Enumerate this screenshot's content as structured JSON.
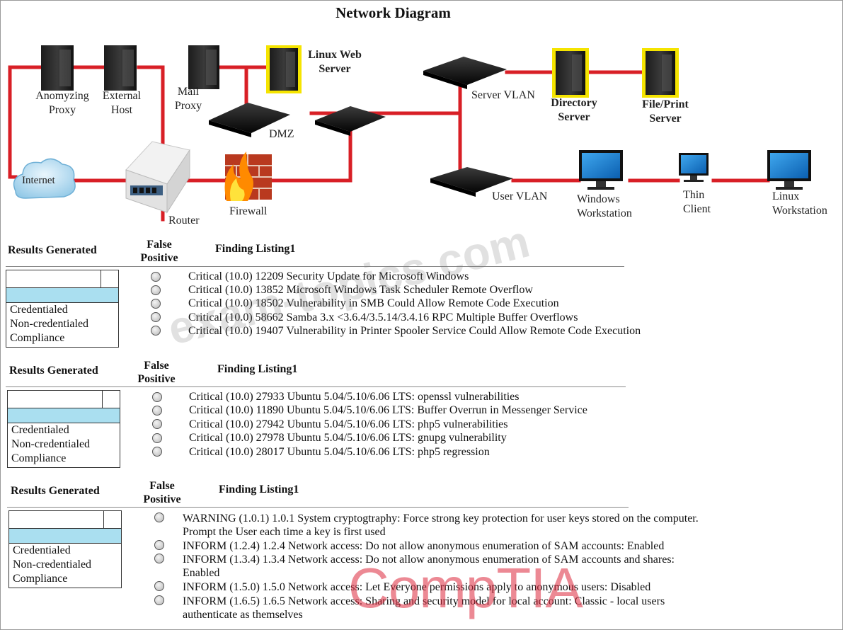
{
  "title": "Network Diagram",
  "nodes": {
    "anonymizing_proxy": "Anomyzing Proxy",
    "external_host": "External Host",
    "mail_proxy": "Mail Proxy",
    "linux_web_server": "Linux Web Server",
    "dmz": "DMZ",
    "server_vlan": "Server VLAN",
    "directory_server": "Directory Server",
    "file_print_server": "File/Print Server",
    "internet": "Internet",
    "router": "Router",
    "firewall": "Firewall",
    "user_vlan": "User VLAN",
    "windows_workstation": "Windows Workstation",
    "thin_client": "Thin Client",
    "linux_workstation": "Linux Workstation"
  },
  "colors": {
    "link": "#d81f26",
    "highlight": "#f5e400",
    "dropdown_selected": "#aadff0"
  },
  "sections": [
    {
      "results_heading": "Results Generated",
      "false_positive_heading": "False Positive",
      "finding_heading": "Finding Listing1",
      "options": [
        "Credentialed",
        "Non-credentialed",
        "Compliance"
      ],
      "findings": [
        "Critical (10.0) 12209 Security Update for Microsoft Windows",
        "Critical (10.0) 13852 Microsoft Windows Task Scheduler Remote Overflow",
        "Critical (10.0) 18502 Vulnerability in SMB Could Allow Remote Code Execution",
        "Critical (10.0) 58662 Samba 3.x <3.6.4/3.5.14/3.4.16 RPC Multiple Buffer Overflows",
        "Critical (10.0) 19407 Vulnerability in Printer Spooler Service Could Allow Remote Code Execution"
      ]
    },
    {
      "results_heading": "Results Generated",
      "false_positive_heading": "False Positive",
      "finding_heading": "Finding Listing1",
      "options": [
        "Credentialed",
        "Non-credentialed",
        "Compliance"
      ],
      "findings": [
        "Critical (10.0) 27933 Ubuntu 5.04/5.10/6.06 LTS: openssl vulnerabilities",
        "Critical (10.0) 11890 Ubuntu 5.04/5.10/6.06 LTS: Buffer Overrun in Messenger Service",
        "Critical (10.0) 27942 Ubuntu 5.04/5.10/6.06 LTS: php5 vulnerabilities",
        "Critical (10.0) 27978 Ubuntu 5.04/5.10/6.06 LTS: gnupg vulnerability",
        "Critical (10.0) 28017 Ubuntu 5.04/5.10/6.06 LTS: php5 regression"
      ]
    },
    {
      "results_heading": "Results Generated",
      "false_positive_heading": "False Positive",
      "finding_heading": "Finding Listing1",
      "options": [
        "Credentialed",
        "Non-credentialed",
        "Compliance"
      ],
      "findings": [
        "WARNING (1.0.1) 1.0.1 System cryptogtraphy: Force strong key protection for user keys stored on the computer. Prompt the User each time a key is first used",
        "INFORM (1.2.4) 1.2.4 Network access: Do not allow anonymous enumeration of SAM accounts: Enabled",
        "INFORM (1.3.4) 1.3.4 Network access: Do not allow anonymous enumeration of SAM accounts and shares: Enabled",
        "INFORM (1.5.0) 1.5.0 Network access: Let Everyone permissions apply to anonymous users: Disabled",
        "INFORM (1.6.5) 1.6.5 Network access: Sharing and security model for local account: Classic - local users authenticate as themselves"
      ]
    }
  ],
  "watermark": {
    "text": "exam-topics.com",
    "logo": "CompTIA"
  }
}
